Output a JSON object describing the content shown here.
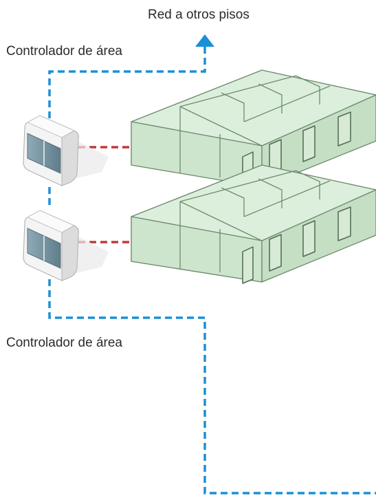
{
  "labels": {
    "network_to_other_floors": "Red a otros pisos",
    "area_controller_top": "Controlador de área",
    "area_controller_bottom": "Controlador de área"
  },
  "colors": {
    "network_line": "#1a8fd6",
    "link_line": "#c0393b",
    "floor_fill": "#cfe7cf",
    "floor_stroke": "#6e8a6e",
    "controller_body": "#f2f2f2",
    "controller_panel": "#7b98a6"
  },
  "icons": {
    "up_arrow": "arrow-up-icon",
    "controller": "area-controller-device-icon"
  }
}
